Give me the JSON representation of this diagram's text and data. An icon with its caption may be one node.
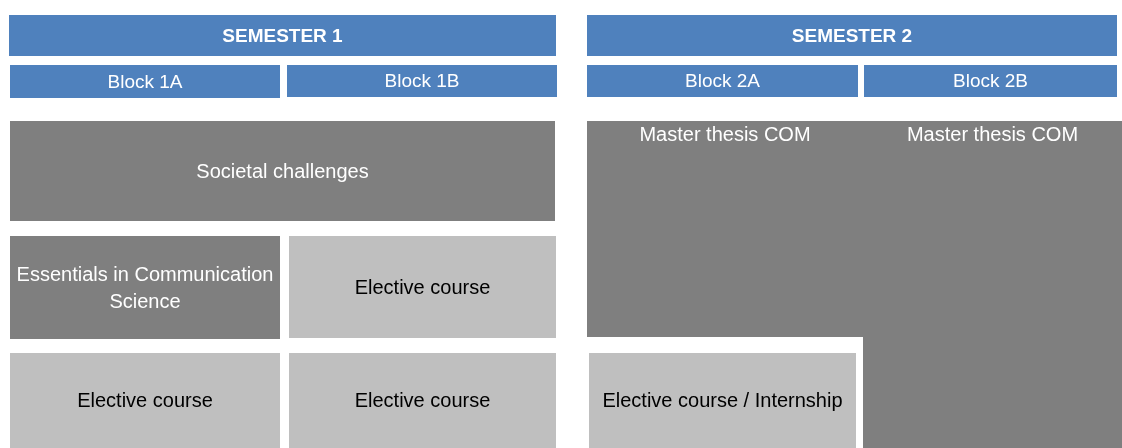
{
  "diagram": {
    "nodes": [
      {
        "text": [
          "SEMESTER 1"
        ]
      },
      {
        "text": [
          "SEMESTER 2"
        ]
      },
      {
        "text": [
          "Block 1A"
        ]
      },
      {
        "text": [
          "Block 1B"
        ]
      },
      {
        "text": [
          "Block 2A"
        ]
      },
      {
        "text": [
          "Block 2B"
        ]
      },
      {
        "text": [
          "Societal challenges"
        ]
      },
      {
        "text": [
          "Essentials in Communication Science"
        ]
      },
      {
        "text": [
          "Elective course"
        ]
      },
      {
        "text": [
          "Master thesis COM"
        ]
      },
      {
        "text": [
          "Master thesis COM"
        ]
      },
      {
        "text": [
          "Elective course"
        ]
      },
      {
        "text": [
          "Elective course"
        ]
      },
      {
        "text": [
          "Elective course / Internship"
        ]
      }
    ]
  }
}
